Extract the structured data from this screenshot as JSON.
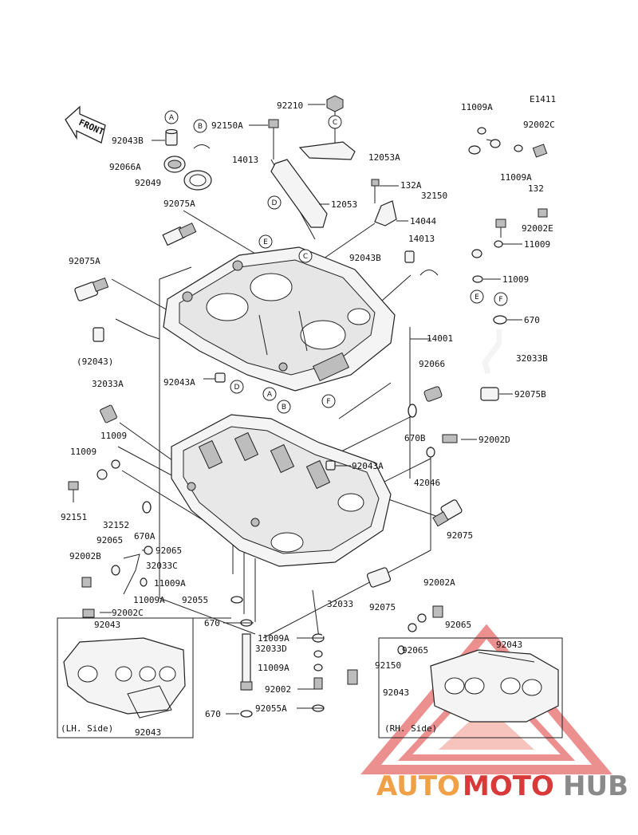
{
  "diagram_code": "E1411",
  "front_label": "FRONT",
  "part_labels": [
    "92210",
    "92150A",
    "92043B",
    "92066A",
    "92049",
    "14013",
    "12053",
    "12053A",
    "132A",
    "14044",
    "92043B",
    "14013",
    "92075A",
    "92075A",
    "(92043)",
    "14001",
    "11009A",
    "92002C",
    "11009A",
    "32150",
    "132",
    "92002E",
    "11009",
    "11009",
    "670",
    "32033B",
    "92075B",
    "92066",
    "670B",
    "92002D",
    "42046",
    "92043A",
    "92043A",
    "32033A",
    "11009",
    "11009",
    "92151",
    "32152",
    "670A",
    "92065",
    "92065",
    "92002B",
    "32033C",
    "11009A",
    "11009A",
    "92055",
    "92002C",
    "92043",
    "670",
    "32033D",
    "11009A",
    "11009A",
    "92002",
    "92055A",
    "670",
    "32033",
    "92075",
    "92002A",
    "92065",
    "92065",
    "92150",
    "92043",
    "92043",
    "92043"
  ],
  "callouts": [
    "A",
    "B",
    "C",
    "D",
    "E",
    "F"
  ],
  "lh_side_label": "(LH. Side)",
  "rh_side_label": "(RH. Side)",
  "watermark": {
    "part1": "AUTO",
    "part2": "MOTO",
    "part3": "HUB",
    "color_orange": "#f0a046",
    "color_red": "#d83a3a",
    "color_grey": "#8a8a8a"
  }
}
